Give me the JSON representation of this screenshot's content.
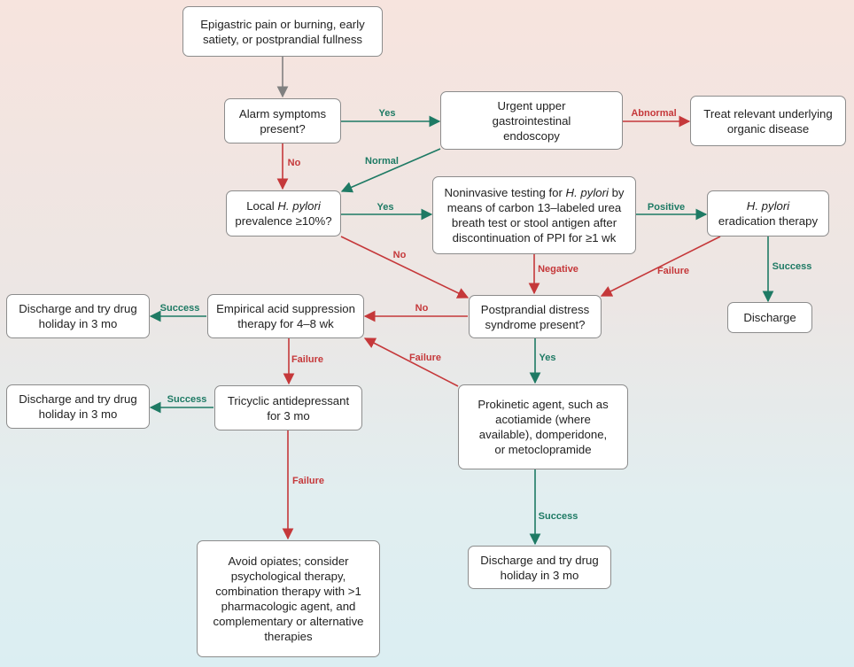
{
  "colors": {
    "yes_path": "#1e7a64",
    "no_path": "#c5383a",
    "start_path": "#808080"
  },
  "nodes": {
    "symptoms": "Epigastric pain or burning, early satiety, or postprandial fullness",
    "alarm": "Alarm symptoms present?",
    "endoscopy": "Urgent upper gastrointestinal endoscopy",
    "treat_organic": "Treat relevant underlying organic disease",
    "hpylori_prev": {
      "pre": "Local ",
      "em": "H. pylori",
      "post": " prevalence ≥10%?"
    },
    "noninvasive": {
      "pre": "Noninvasive testing for ",
      "em": "H. pylori",
      "post": " by means of carbon 13–labeled urea breath test or stool antigen after discontinuation of PPI for ≥1 wk"
    },
    "eradication": {
      "em": "H. pylori",
      "post": " eradication therapy"
    },
    "discharge_simple": "Discharge",
    "pds": "Postprandial distress syndrome present?",
    "acid": "Empirical acid suppres­sion therapy for 4–8 wk",
    "discharge_1": "Discharge and try drug holiday in 3 mo",
    "tricyclic": "Tricyclic antidepressant for 3 mo",
    "discharge_2": "Discharge and try drug holiday in 3 mo",
    "prokinetic": "Prokinetic agent, such as acotiamide (where available), domperidone, or metoclopramide",
    "discharge_3": "Discharge and try drug holiday in 3 mo",
    "avoid": "Avoid opiates; consider psychological therapy, combination therapy with >1 pharmacologic agent, and complementary or alternative therapies"
  },
  "labels": {
    "alarm_yes": "Yes",
    "endo_abnormal": "Abnormal",
    "alarm_no": "No",
    "endo_normal": "Normal",
    "prev_yes": "Yes",
    "test_positive": "Positive",
    "prev_no": "No",
    "test_negative": "Negative",
    "erad_failure": "Failure",
    "erad_success": "Success",
    "pds_no": "No",
    "acid_success": "Success",
    "pds_yes": "Yes",
    "acid_failure": "Failure",
    "prok_failure": "Failure",
    "tri_success": "Success",
    "tri_failure": "Failure",
    "prok_success": "Success"
  }
}
